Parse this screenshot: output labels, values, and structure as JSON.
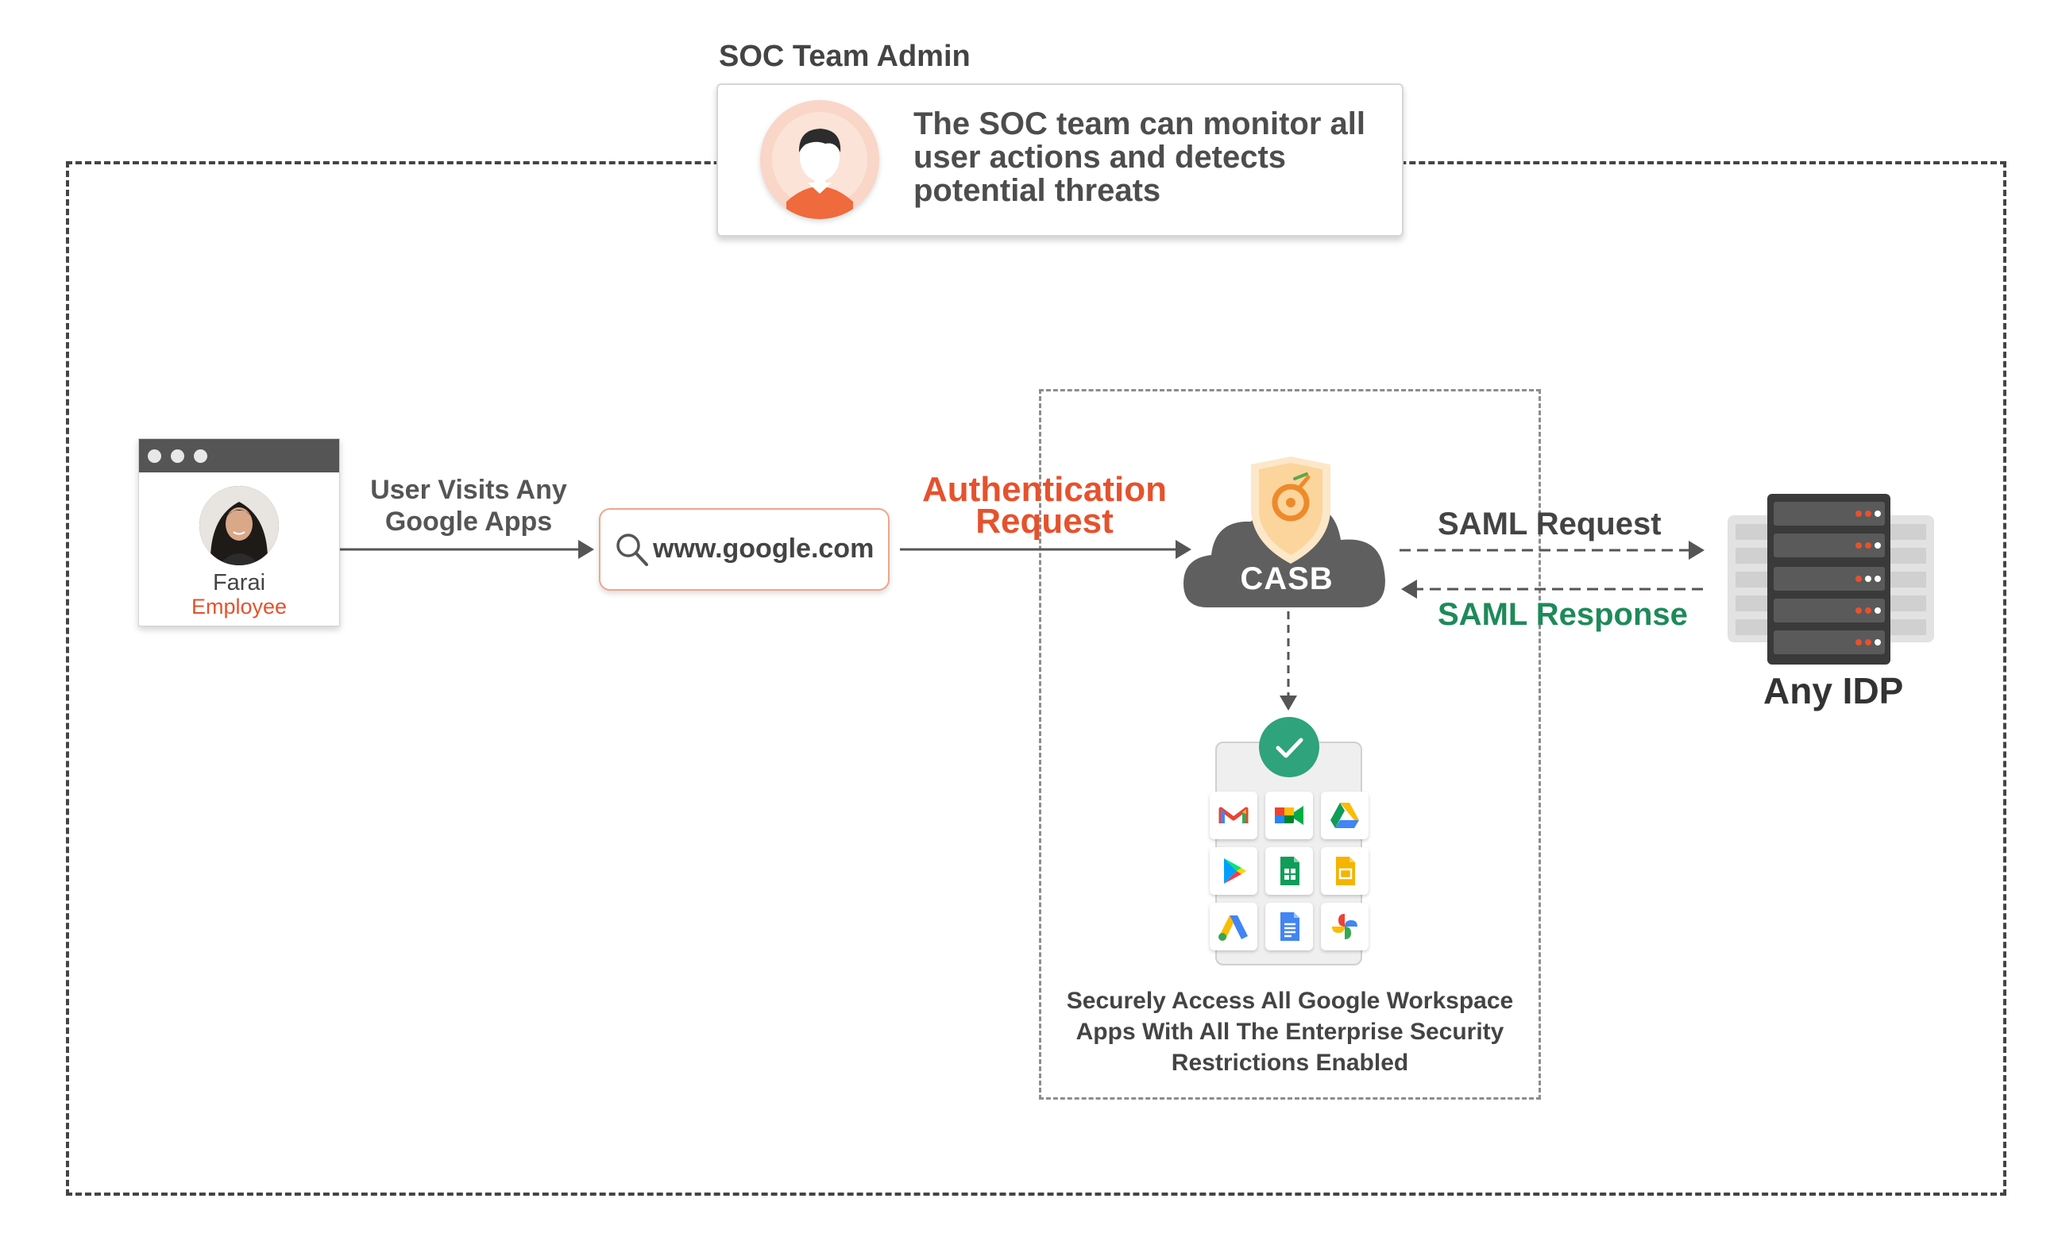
{
  "soc": {
    "title": "SOC Team Admin",
    "description": "The SOC team can monitor all user actions and detects potential threats"
  },
  "employee": {
    "name": "Farai",
    "role": "Employee"
  },
  "flow": {
    "visit_label": "User Visits Any Google Apps",
    "search_url": "www.google.com",
    "auth_label": "Authentication Request",
    "casb_label": "CASB",
    "saml_request": "SAML Request",
    "saml_response": "SAML Response",
    "idp_label": "Any IDP"
  },
  "apps": {
    "items": [
      "gmail-icon",
      "google-meet-icon",
      "google-drive-icon",
      "google-play-icon",
      "google-sheets-icon",
      "google-slides-icon",
      "google-ads-icon",
      "google-docs-icon",
      "google-photos-icon"
    ],
    "caption": "Securely Access All Google Workspace Apps With All The Enterprise Security Restrictions Enabled"
  },
  "colors": {
    "accent_orange": "#e5522d",
    "saml_response_green": "#1e8a5a",
    "check_green": "#2fa37b",
    "casb_cloud": "#5f5f5f",
    "frame": "#444444"
  }
}
